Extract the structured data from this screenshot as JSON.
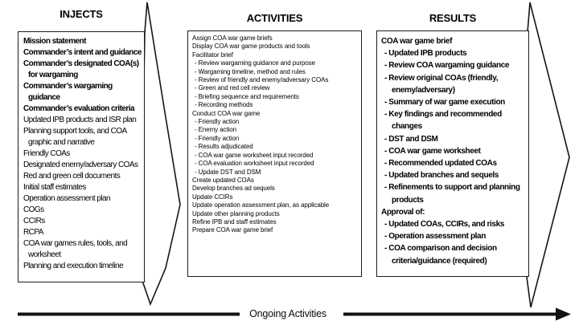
{
  "diagram": {
    "ink_color": "#111111",
    "background_color": "#ffffff",
    "columns": [
      {
        "title": "INJECTS",
        "items": [
          {
            "text": "Mission statement",
            "b": true
          },
          {
            "text": "Commander’s intent and guidance",
            "b": true
          },
          {
            "text": "Commander’s designated COA(s) for wargaming",
            "b": true
          },
          {
            "text": "Commander’s wargaming guidance",
            "b": true
          },
          {
            "text": "Commander’s evaluation criteria",
            "b": true
          },
          {
            "text": "Updated IPB products and ISR plan",
            "b": false
          },
          {
            "text": "Planning support tools, and COA graphic and narrative",
            "b": false
          },
          {
            "text": "Friendly COAs",
            "b": false
          },
          {
            "text": "Designated enemy/adversary COAs",
            "b": false
          },
          {
            "text": "Red and green cell documents",
            "b": false
          },
          {
            "text": "Initial staff estimates",
            "b": false
          },
          {
            "text": "Operation assessment plan",
            "b": false
          },
          {
            "text": "COGs",
            "b": false
          },
          {
            "text": "CCIRs",
            "b": false
          },
          {
            "text": "RCPA",
            "b": false
          },
          {
            "text": "COA war games rules, tools, and worksheet",
            "b": false
          },
          {
            "text": "Planning and execution timeline",
            "b": false
          }
        ]
      },
      {
        "title": "ACTIVITIES",
        "items": [
          {
            "text": "Assign COA war game briefs",
            "b": false
          },
          {
            "text": "Display COA war game products and tools",
            "b": false
          },
          {
            "text": "Facilitator brief",
            "b": false
          },
          {
            "text": "- Review wargaming guidance and purpose",
            "b": false
          },
          {
            "text": "- Wargaming timeline, method and rules",
            "b": false
          },
          {
            "text": "- Review of friendly and enemy/adversary COAs",
            "b": false
          },
          {
            "text": "- Green and red cell review",
            "b": false
          },
          {
            "text": "- Briefing sequence and requirements",
            "b": false
          },
          {
            "text": "- Recording methods",
            "b": false
          },
          {
            "text": "Conduct COA war game",
            "b": false
          },
          {
            "text": "- Friendly action",
            "b": false
          },
          {
            "text": "- Enemy action",
            "b": false
          },
          {
            "text": "- Friendly action",
            "b": false
          },
          {
            "text": "- Results adjudicated",
            "b": false
          },
          {
            "text": "- COA war game worksheet input recorded",
            "b": false
          },
          {
            "text": "- COA evaluation worksheet input recorded",
            "b": false
          },
          {
            "text": "- Update DST and DSM",
            "b": false
          },
          {
            "text": "Create updated COAs",
            "b": false
          },
          {
            "text": "Develop branches ad sequels",
            "b": false
          },
          {
            "text": "Update CCIRs",
            "b": false
          },
          {
            "text": "Update operation assessment plan, as applicable",
            "b": false
          },
          {
            "text": "Update other planning products",
            "b": false
          },
          {
            "text": "Refine IPB and staff estimates",
            "b": false
          },
          {
            "text": "Prepare COA war game brief",
            "b": false
          }
        ]
      },
      {
        "title": "RESULTS",
        "items": [
          {
            "text": "COA war game brief",
            "b": true
          },
          {
            "text": "- Updated IPB products",
            "b": true
          },
          {
            "text": "- Review COA wargaming guidance",
            "b": true
          },
          {
            "text": "- Review original COAs (friendly, enemy/adversary)",
            "b": true
          },
          {
            "text": "- Summary of war game execution",
            "b": true
          },
          {
            "text": "- Key findings and recommended changes",
            "b": true
          },
          {
            "text": "- DST and DSM",
            "b": true
          },
          {
            "text": "- COA war game worksheet",
            "b": true
          },
          {
            "text": "- Recommended updated COAs",
            "b": true
          },
          {
            "text": "- Updated branches and sequels",
            "b": true
          },
          {
            "text": "- Refinements to support and planning products",
            "b": true
          },
          {
            "text": "Approval of:",
            "b": true
          },
          {
            "text": "- Updated COAs, CCIRs, and risks",
            "b": true
          },
          {
            "text": "- Operation assessment plan",
            "b": true
          },
          {
            "text": "- COA comparison and decision criteria/guidance (required)",
            "b": true
          }
        ]
      }
    ],
    "footer_label": "Ongoing Activities"
  }
}
